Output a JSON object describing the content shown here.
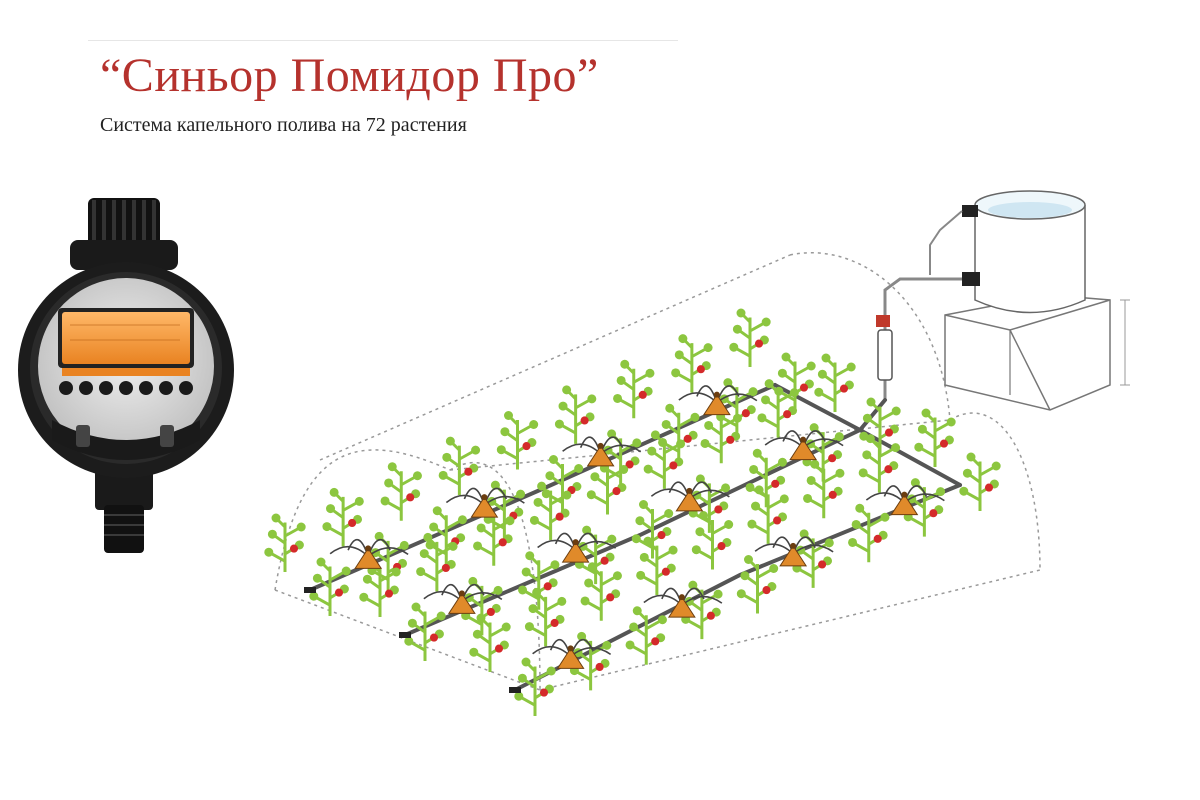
{
  "header": {
    "title": "“Синьор Помидор Про”",
    "subtitle": "Система капельного полива на 72 растения"
  },
  "timer": {
    "icon": "water-timer-icon",
    "colors": {
      "body": "#1c1c1c",
      "face": "#d7d7d7",
      "lcd": "#f29a3a"
    }
  },
  "greenhouse": {
    "plant_rows": 3,
    "emitters_per_row": 4,
    "colors": {
      "leaf": "#8cc63f",
      "tomato": "#d42a2a",
      "tube": "#555555",
      "emitter": "#e08a2a"
    }
  },
  "tank": {
    "icon": "water-tank-icon"
  }
}
